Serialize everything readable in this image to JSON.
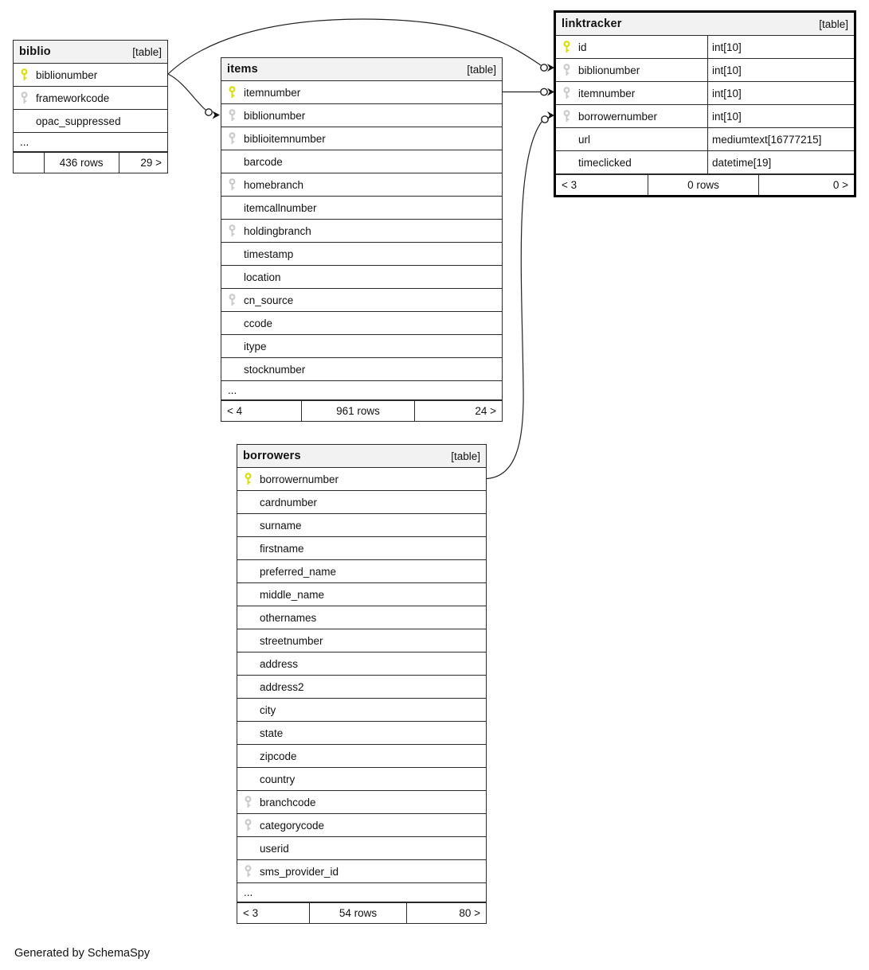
{
  "generator_note": "Generated by SchemaSpy",
  "colors": {
    "primary_key": "#dcdc00",
    "foreign_key": "#c9c9c9",
    "header_bg": "#f2f2f2",
    "border": "#2a2a2a"
  },
  "tables": [
    {
      "id": "biblio",
      "title": "biblio",
      "type_label": "[table]",
      "columns": [
        {
          "name": "biblionumber",
          "icon": "primary-key-icon"
        },
        {
          "name": "frameworkcode",
          "icon": "foreign-key-icon"
        },
        {
          "name": "opac_suppressed",
          "icon": null
        }
      ],
      "ellipsis": "...",
      "footer": {
        "prev": "",
        "rows": "436 rows",
        "next": "29 >"
      }
    },
    {
      "id": "items",
      "title": "items",
      "type_label": "[table]",
      "columns": [
        {
          "name": "itemnumber",
          "icon": "primary-key-icon"
        },
        {
          "name": "biblionumber",
          "icon": "foreign-key-icon"
        },
        {
          "name": "biblioitemnumber",
          "icon": "foreign-key-icon"
        },
        {
          "name": "barcode",
          "icon": null
        },
        {
          "name": "homebranch",
          "icon": "foreign-key-icon"
        },
        {
          "name": "itemcallnumber",
          "icon": null
        },
        {
          "name": "holdingbranch",
          "icon": "foreign-key-icon"
        },
        {
          "name": "timestamp",
          "icon": null
        },
        {
          "name": "location",
          "icon": null
        },
        {
          "name": "cn_source",
          "icon": "foreign-key-icon"
        },
        {
          "name": "ccode",
          "icon": null
        },
        {
          "name": "itype",
          "icon": null
        },
        {
          "name": "stocknumber",
          "icon": null
        }
      ],
      "ellipsis": "...",
      "footer": {
        "prev": "< 4",
        "rows": "961 rows",
        "next": "24 >"
      }
    },
    {
      "id": "linktracker",
      "title": "linktracker",
      "type_label": "[table]",
      "columns": [
        {
          "name": "id",
          "type": "int[10]",
          "icon": "primary-key-icon"
        },
        {
          "name": "biblionumber",
          "type": "int[10]",
          "icon": "foreign-key-icon"
        },
        {
          "name": "itemnumber",
          "type": "int[10]",
          "icon": "foreign-key-icon"
        },
        {
          "name": "borrowernumber",
          "type": "int[10]",
          "icon": "foreign-key-icon"
        },
        {
          "name": "url",
          "type": "mediumtext[16777215]",
          "icon": null
        },
        {
          "name": "timeclicked",
          "type": "datetime[19]",
          "icon": null
        }
      ],
      "footer": {
        "prev": "< 3",
        "rows": "0 rows",
        "next": "0 >"
      }
    },
    {
      "id": "borrowers",
      "title": "borrowers",
      "type_label": "[table]",
      "columns": [
        {
          "name": "borrowernumber",
          "icon": "primary-key-icon"
        },
        {
          "name": "cardnumber",
          "icon": null
        },
        {
          "name": "surname",
          "icon": null
        },
        {
          "name": "firstname",
          "icon": null
        },
        {
          "name": "preferred_name",
          "icon": null
        },
        {
          "name": "middle_name",
          "icon": null
        },
        {
          "name": "othernames",
          "icon": null
        },
        {
          "name": "streetnumber",
          "icon": null
        },
        {
          "name": "address",
          "icon": null
        },
        {
          "name": "address2",
          "icon": null
        },
        {
          "name": "city",
          "icon": null
        },
        {
          "name": "state",
          "icon": null
        },
        {
          "name": "zipcode",
          "icon": null
        },
        {
          "name": "country",
          "icon": null
        },
        {
          "name": "branchcode",
          "icon": "foreign-key-icon"
        },
        {
          "name": "categorycode",
          "icon": "foreign-key-icon"
        },
        {
          "name": "userid",
          "icon": null
        },
        {
          "name": "sms_provider_id",
          "icon": "foreign-key-icon"
        }
      ],
      "ellipsis": "...",
      "footer": {
        "prev": "< 3",
        "rows": "54 rows",
        "next": "80 >"
      }
    }
  ],
  "relationships": [
    {
      "from": "biblio.biblionumber",
      "to": "linktracker.biblionumber"
    },
    {
      "from": "biblio.biblionumber",
      "to": "items.biblionumber"
    },
    {
      "from": "items.itemnumber",
      "to": "linktracker.itemnumber"
    },
    {
      "from": "borrowers.borrowernumber",
      "to": "linktracker.borrowernumber"
    }
  ]
}
